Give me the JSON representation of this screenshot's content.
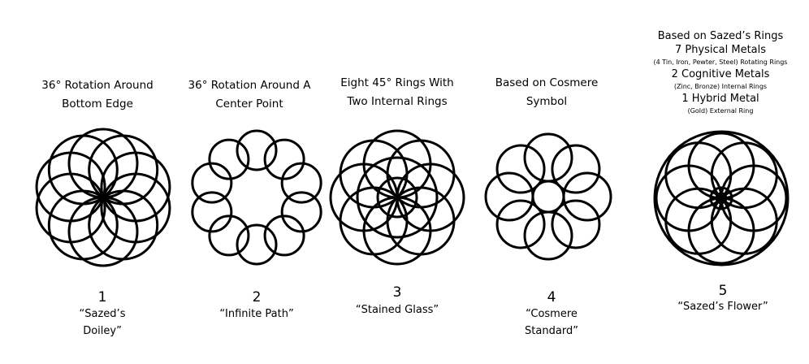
{
  "designs": [
    {
      "description": [
        "36° Rotation Around",
        "Bottom Edge"
      ],
      "number": "1",
      "name": [
        "“Sazed’s",
        "Doiley”"
      ]
    },
    {
      "description": [
        "36° Rotation Around A",
        "Center Point"
      ],
      "number": "2",
      "name": [
        "“Infinite Path”"
      ]
    },
    {
      "description": [
        "Eight 45° Rings With",
        "Two Internal Rings"
      ],
      "number": "3",
      "name": [
        "“Stained Glass”"
      ]
    },
    {
      "description": [
        "Based on Cosmere",
        "Symbol"
      ],
      "number": "4",
      "name": [
        "“Cosmere",
        "Standard”"
      ]
    },
    {
      "description_lines": [
        {
          "text": "Based on Sazed’s Rings",
          "size": "big"
        },
        {
          "text": "7 Physical Metals",
          "size": "big"
        },
        {
          "text": "(4 Tin, Iron, Pewter, Steel) Rotating Rings",
          "size": "small"
        },
        {
          "text": "2 Cognitive Metals",
          "size": "big"
        },
        {
          "text": "(Zinc, Bronze) Internal Rings",
          "size": "small"
        },
        {
          "text": "1 Hybrid Metal",
          "size": "big"
        },
        {
          "text": "(Gold) External Ring",
          "size": "small"
        }
      ],
      "number": "5",
      "name": [
        "“Sazed’s Flower”"
      ]
    }
  ],
  "colors": {
    "stroke": "#000000",
    "background": "#ffffff"
  }
}
